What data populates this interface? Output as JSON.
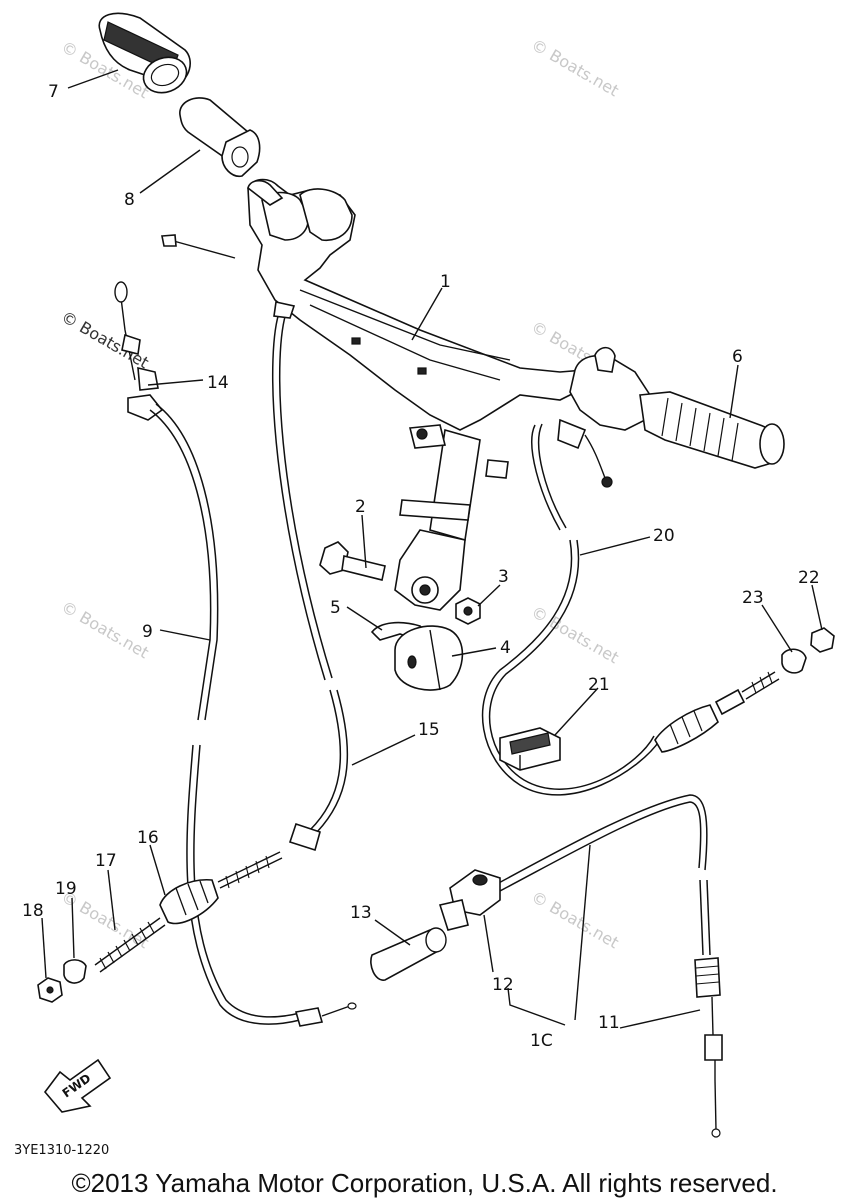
{
  "callouts": {
    "c1": "1",
    "c2": "2",
    "c3": "3",
    "c4": "4",
    "c5": "5",
    "c6": "6",
    "c7": "7",
    "c8": "8",
    "c9": "9",
    "c10": "1C",
    "c11": "11",
    "c12": "12",
    "c13": "13",
    "c14": "14",
    "c15": "15",
    "c16": "16",
    "c17": "17",
    "c18": "18",
    "c19": "19",
    "c20": "20",
    "c21": "21",
    "c22": "22",
    "c23": "23"
  },
  "watermark": "© Boats.net",
  "fwd_label": "FWD",
  "diagram_code": "3YE1310-1220",
  "copyright": "©2013 Yamaha Motor Corporation, U.S.A. All rights reserved."
}
